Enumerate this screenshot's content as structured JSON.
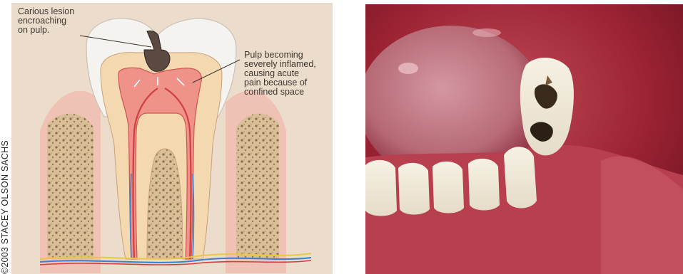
{
  "diagram": {
    "lesion_label": "Carious lesion\nencroaching\non pulp.",
    "pulp_label": "Pulp becoming\nseverely inflamed,\ncausing acute\npain because of\nconfined space",
    "copyright": "©2003 STACEY OLSON SACHS",
    "colors": {
      "background": "#ecdccb",
      "enamel": "#f4f4f2",
      "dentin": "#f2d9b2",
      "pulp": "#ef8f88",
      "nerve": "#d9504c",
      "bone": "#dcc4a0",
      "gum": "#efb4a8"
    }
  },
  "photo": {
    "colors": {
      "mouth": "#a82a38",
      "gum": "#c8485a",
      "tooth": "#f3ecdc",
      "decay": "#3a2a1c"
    }
  }
}
